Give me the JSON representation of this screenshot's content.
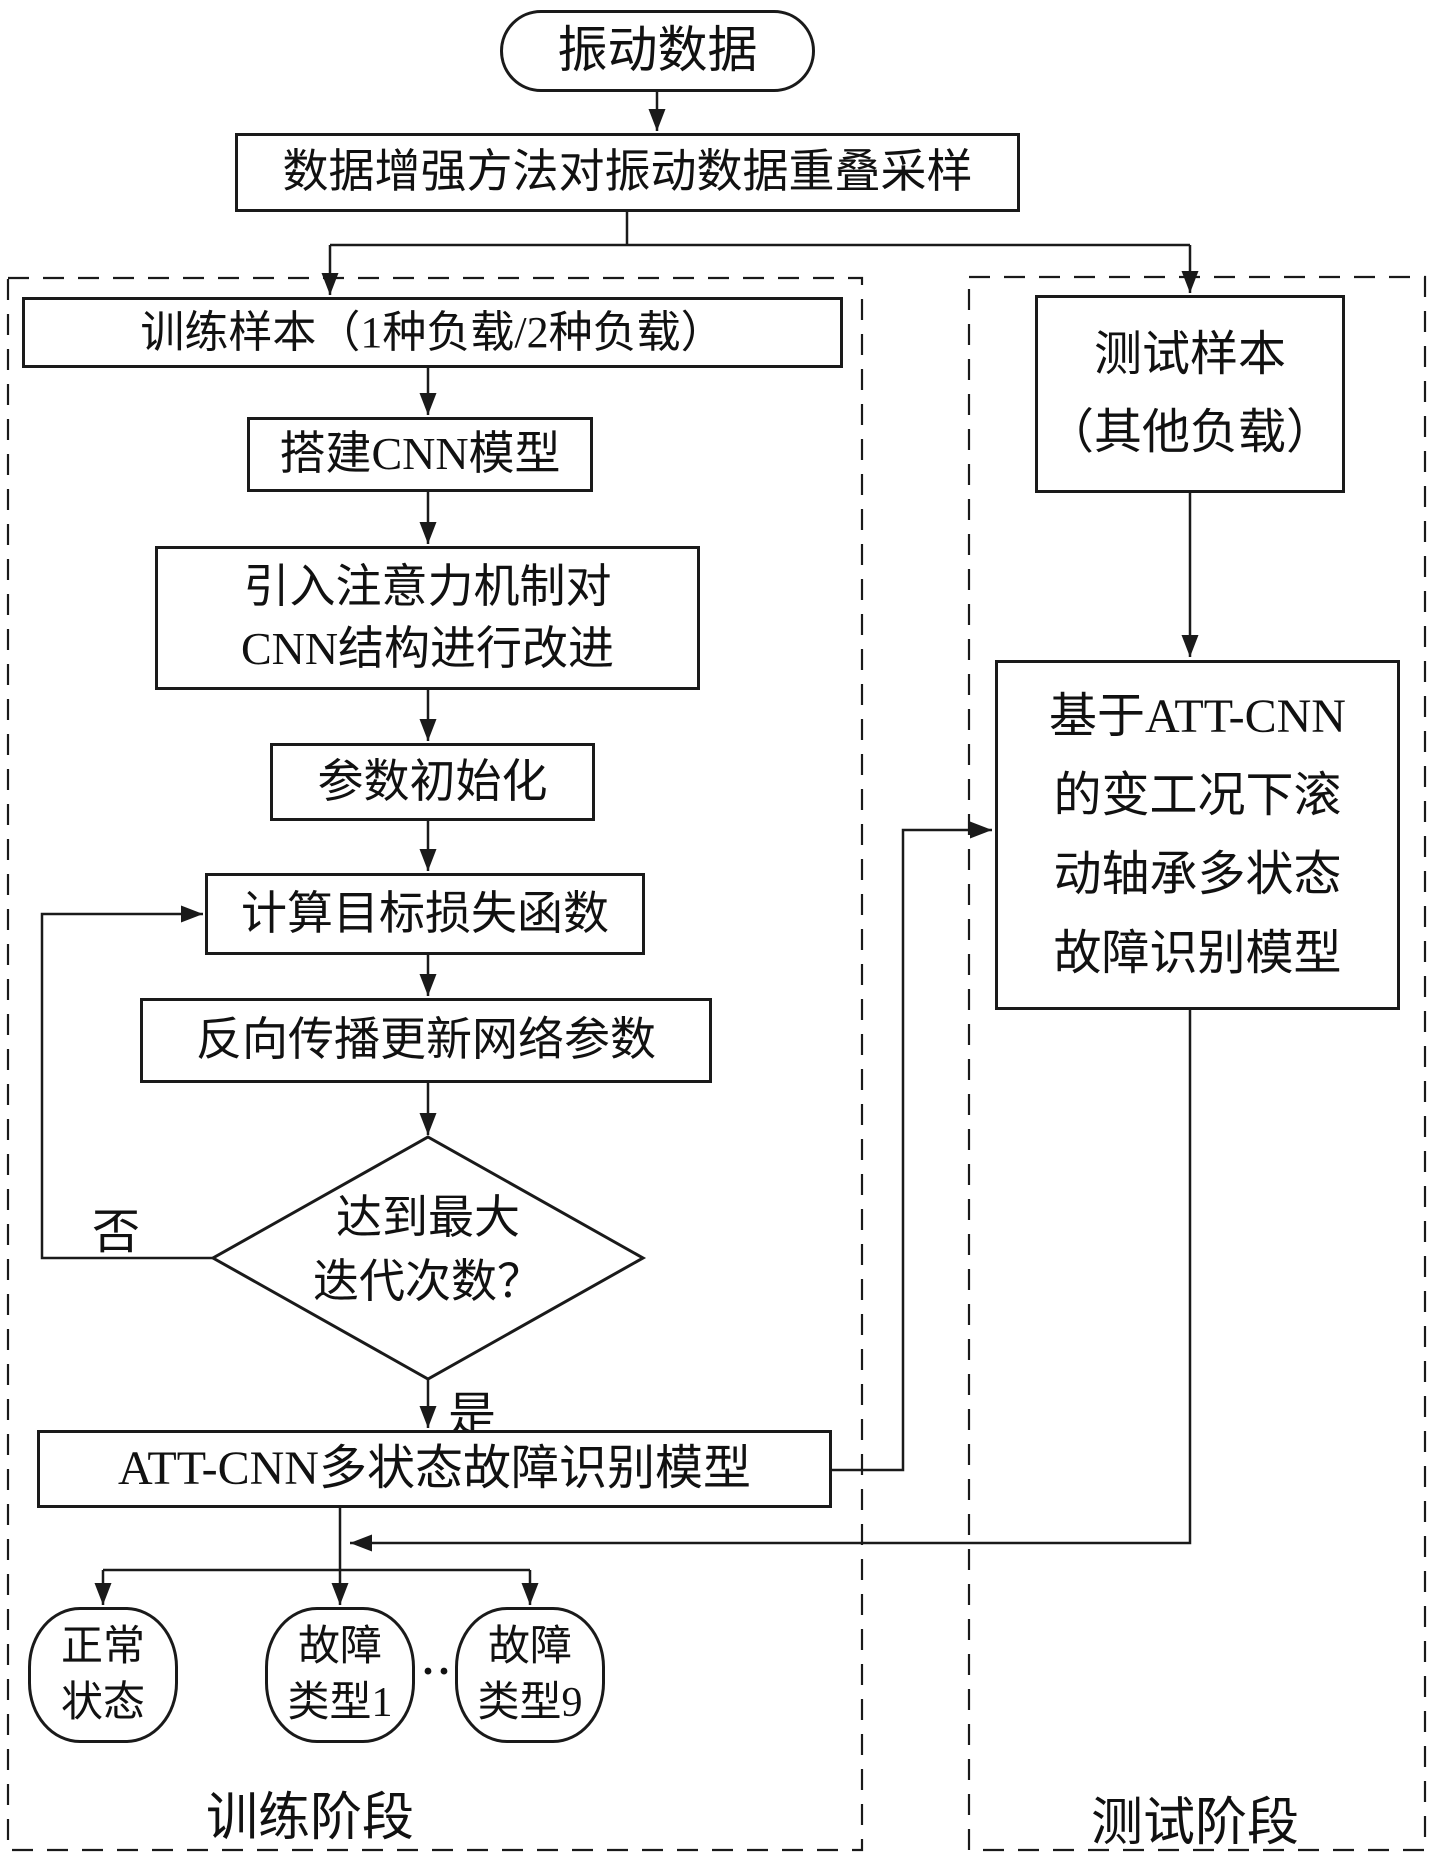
{
  "colors": {
    "line": "#1a1a1a",
    "background": "#ffffff",
    "text": "#111111"
  },
  "nodes": {
    "start": {
      "label": "振动数据"
    },
    "augment": {
      "label": "数据增强方法对振动数据重叠采样"
    },
    "train_sample": {
      "label": "训练样本（1种负载/2种负载）"
    },
    "build_cnn": {
      "label": "搭建CNN模型"
    },
    "attention": {
      "line1": "引入注意力机制对",
      "line2": "CNN结构进行改进"
    },
    "param_init": {
      "label": "参数初始化"
    },
    "loss": {
      "label": "计算目标损失函数"
    },
    "backprop": {
      "label": "反向传播更新网络参数"
    },
    "decision": {
      "line1": "达到最大",
      "line2": "迭代次数？",
      "no_label": "否",
      "yes_label": "是"
    },
    "att_model": {
      "label": "ATT-CNN多状态故障识别模型"
    },
    "out_normal": {
      "line1": "正常",
      "line2": "状态"
    },
    "out_fault1": {
      "line1": "故障",
      "line2": "类型1"
    },
    "out_fault9": {
      "line1": "故障",
      "line2": "类型9"
    },
    "ellipsis": "···",
    "test_sample": {
      "line1": "测试样本",
      "line2": "（其他负载）"
    },
    "test_model": {
      "line1": "基于ATT-CNN",
      "line2": "的变工况下滚",
      "line3": "动轴承多状态",
      "line4": "故障识别模型"
    }
  },
  "phases": {
    "training": "训练阶段",
    "testing": "测试阶段"
  }
}
